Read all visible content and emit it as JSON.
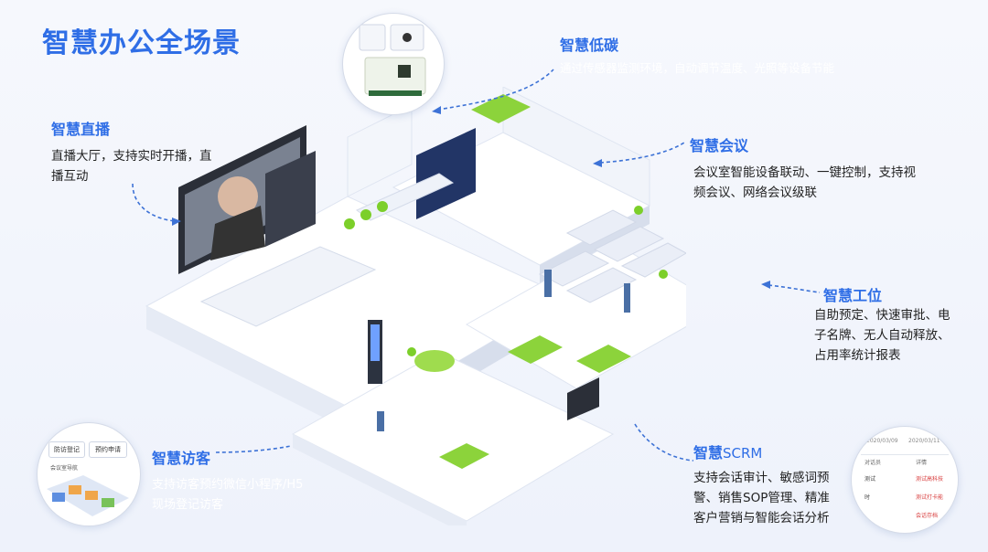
{
  "page": {
    "title": "智慧办公全场景"
  },
  "sections": {
    "low_carbon": {
      "title": "智慧低碳",
      "desc": "通过传感器监测环境，自动调节温度、光照等设备节能"
    },
    "live": {
      "title": "智慧直播",
      "desc_line1": "直播大厅，支持实时开播，直",
      "desc_line2": "播互动"
    },
    "meeting": {
      "title": "智慧会议",
      "desc_line1": "会议室智能设备联动、一键控制，支持视",
      "desc_line2": "频会议、网络会议级联"
    },
    "workstation": {
      "title": "智慧工位",
      "desc_line1": "自助预定、快速审批、电",
      "desc_line2": "子名牌、无人自动释放、",
      "desc_line3": "占用率统计报表"
    },
    "visitor": {
      "title": "智慧访客",
      "desc_line1": "支持访客预约微信小程序/H5",
      "desc_line2": "现场登记访客"
    },
    "scrm": {
      "title_prefix": "智慧",
      "title_suffix": "SCRM",
      "desc_line1": "支持会话审计、敏感词预",
      "desc_line2": "警、销售SOP管理、精准",
      "desc_line3": "客户营销与智能会话分析"
    }
  },
  "visitor_app": {
    "btn1": "防访登记",
    "btn2": "预约申请",
    "label": "会议室导航"
  },
  "scrm_table": {
    "date_from": "2020/03/09",
    "date_to": "2020/03/11",
    "col1": "对话员",
    "col2": "详情",
    "rows": [
      {
        "a": "测试",
        "b": "测试高科技"
      },
      {
        "a": "时",
        "b": "测试打卡能"
      },
      {
        "a": "",
        "b": "会话存档"
      }
    ]
  },
  "colors": {
    "accent": "#2f6ee6",
    "green": "#7ccf2a",
    "dash": "#3d72d6"
  }
}
